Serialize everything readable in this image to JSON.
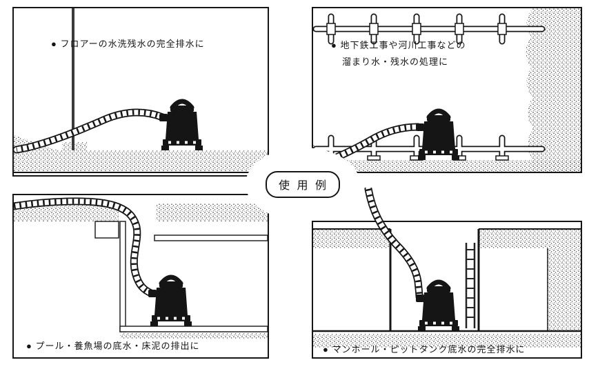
{
  "figure": {
    "center_label": "使 用 例",
    "panels": {
      "top_left": {
        "caption": "● フロアーの水洗残水の完全排水に"
      },
      "top_right": {
        "caption_line1": "● 地下鉄工事や河川工事などの",
        "caption_line2": "溜まり水・残水の処理に"
      },
      "bottom_left": {
        "caption": "● プール・養魚場の底水・床泥の排出に"
      },
      "bottom_right": {
        "caption": "● マンホール・ピットタンク底水の完全排水に"
      }
    },
    "colors": {
      "ink": "#151515",
      "stipple": "#4a4a4a",
      "paper": "#ffffff"
    }
  }
}
